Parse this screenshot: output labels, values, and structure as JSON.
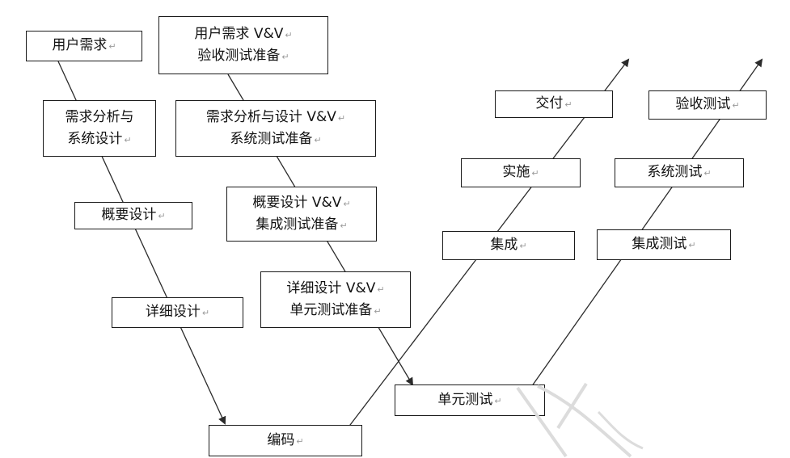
{
  "colors": {
    "line": "#2b2b2b",
    "box_border": "#1a1a1a",
    "text": "#111111",
    "watermark": "#dcdcdc"
  },
  "return_mark": "↵",
  "boxes": {
    "user_req": {
      "lines": [
        "用户需求"
      ]
    },
    "user_req_vv": {
      "lines": [
        "用户需求 V&V",
        "验收测试准备"
      ]
    },
    "req_analysis": {
      "lines": [
        "需求分析与",
        "系统设计"
      ]
    },
    "req_analysis_vv": {
      "lines": [
        "需求分析与设计 V&V",
        "系统测试准备"
      ]
    },
    "outline": {
      "lines": [
        "概要设计"
      ]
    },
    "outline_vv": {
      "lines": [
        "概要设计 V&V",
        "集成测试准备"
      ]
    },
    "detail": {
      "lines": [
        "详细设计"
      ]
    },
    "detail_vv": {
      "lines": [
        "详细设计 V&V",
        "单元测试准备"
      ]
    },
    "coding": {
      "lines": [
        "编码"
      ]
    },
    "unit_test": {
      "lines": [
        "单元测试"
      ]
    },
    "integration": {
      "lines": [
        "集成"
      ]
    },
    "integration_test": {
      "lines": [
        "集成测试"
      ]
    },
    "implementation": {
      "lines": [
        "实施"
      ]
    },
    "system_test": {
      "lines": [
        "系统测试"
      ]
    },
    "delivery": {
      "lines": [
        "交付"
      ]
    },
    "acceptance_test": {
      "lines": [
        "验收测试"
      ]
    }
  }
}
